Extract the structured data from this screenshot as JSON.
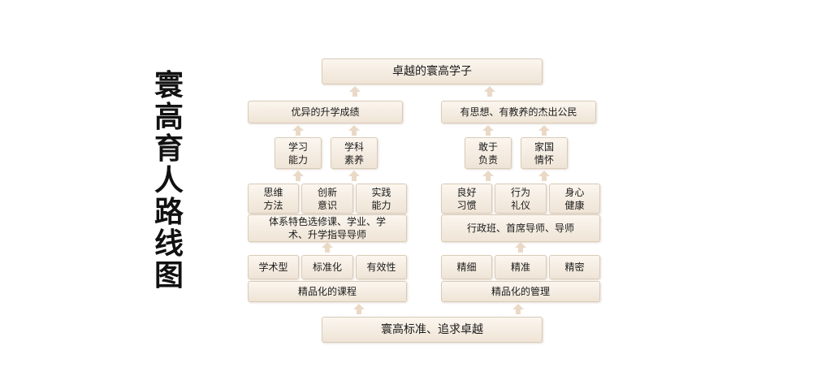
{
  "title_chars": [
    "寰",
    "高",
    "育",
    "人",
    "路",
    "线",
    "图"
  ],
  "top": "卓越的寰高学子",
  "left": {
    "goal": "优异的升学成绩",
    "abilities": [
      "学习\n能力",
      "学科\n素养"
    ],
    "methods": [
      "思维\n方法",
      "创新\n意识",
      "实践\n能力"
    ],
    "system": "体系特色选修课、学业、学\n术、升学指导导师",
    "attributes": [
      "学术型",
      "标准化",
      "有效性"
    ],
    "base": "精品化的课程"
  },
  "right": {
    "goal": "有思想、有教养的杰出公民",
    "abilities": [
      "敢于\n负责",
      "家国\n情怀"
    ],
    "methods": [
      "良好\n习惯",
      "行为\n礼仪",
      "身心\n健康"
    ],
    "system": "行政班、首席导师、导师",
    "attributes": [
      "精细",
      "精准",
      "精密"
    ],
    "base": "精品化的管理"
  },
  "bottom": "寰高标准、追求卓越"
}
